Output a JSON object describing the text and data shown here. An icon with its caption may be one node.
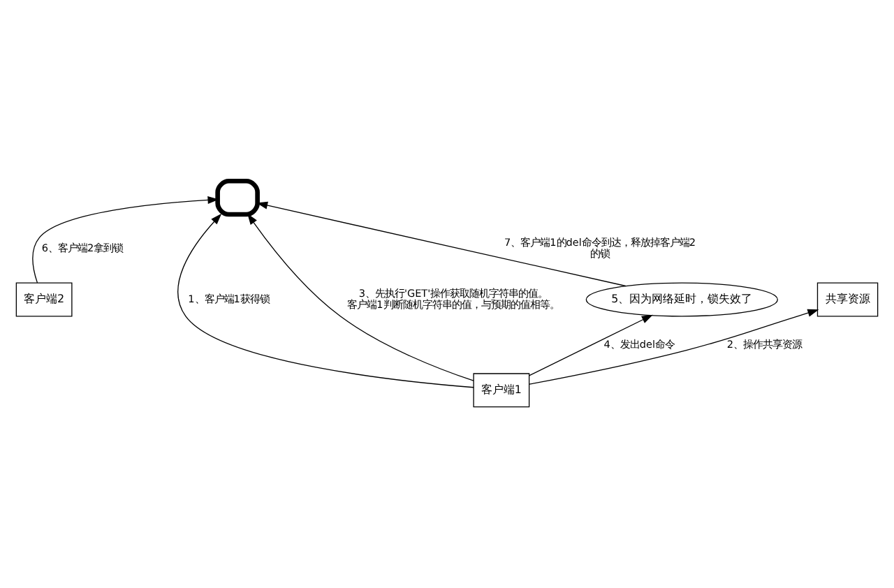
{
  "diagram": {
    "nodes": [
      {
        "text": [],
        "shape": "box"
      },
      {
        "text": [
          "客户端2"
        ]
      },
      {
        "text": [
          "5、因为网络延时，锁失效了"
        ]
      },
      {
        "text": [
          "客户端1"
        ]
      },
      {
        "text": [
          "共享资源"
        ]
      }
    ],
    "edges": [
      {
        "from": 2,
        "to": 0,
        "arrow": "to",
        "label": "7、客户端1的del命令到达，释放掉客户端2的锁"
      },
      {
        "from": 1,
        "to": 0,
        "arrow": "to",
        "label": "6、客户端2拿到锁"
      },
      {
        "from": 3,
        "to": 0,
        "arrow": "to",
        "label": "1、客户端1获得锁"
      },
      {
        "from": 3,
        "to": 0,
        "arrow": "to",
        "label": "3、先执行'GET'操作获取随机字符串的值。客户端1判断随机字符串的值，与预期的值相等。"
      },
      {
        "from": 3,
        "to": 2,
        "arrow": "to",
        "label": "4、发出del命令"
      },
      {
        "from": 3,
        "to": 4,
        "arrow": "to",
        "label": "2、操作共享资源"
      }
    ]
  }
}
